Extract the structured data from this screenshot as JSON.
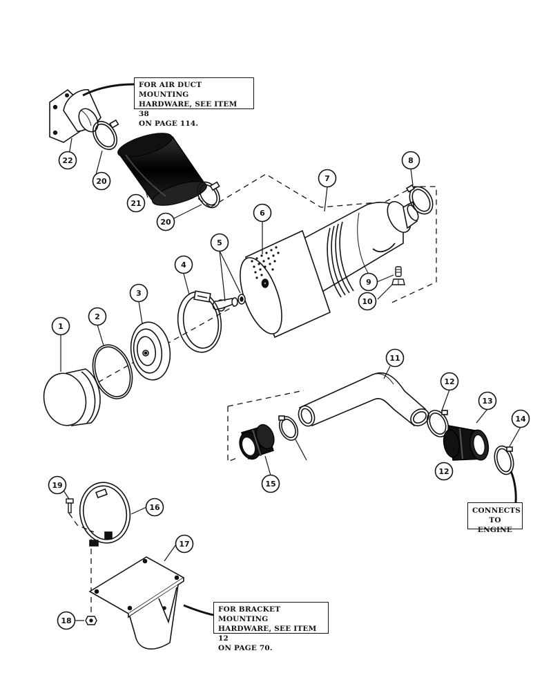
{
  "callouts": [
    "1",
    "2",
    "3",
    "4",
    "5",
    "6",
    "7",
    "8",
    "9",
    "10",
    "11",
    "12",
    "12",
    "13",
    "14",
    "15",
    "16",
    "17",
    "18",
    "19",
    "20",
    "20",
    "21",
    "22"
  ],
  "notes": {
    "air_duct": "FOR AIR DUCT MOUNTING\nHARDWARE, SEE ITEM 38\nON PAGE 114.",
    "connects": "CONNECTS\nTO ENGINE",
    "bracket": "FOR BRACKET MOUNTING\nHARDWARE, SEE ITEM 12\nON PAGE 70."
  },
  "colors": {
    "ink": "#111111",
    "paper": "#ffffff",
    "hose_dark": "#1a1a1a"
  }
}
